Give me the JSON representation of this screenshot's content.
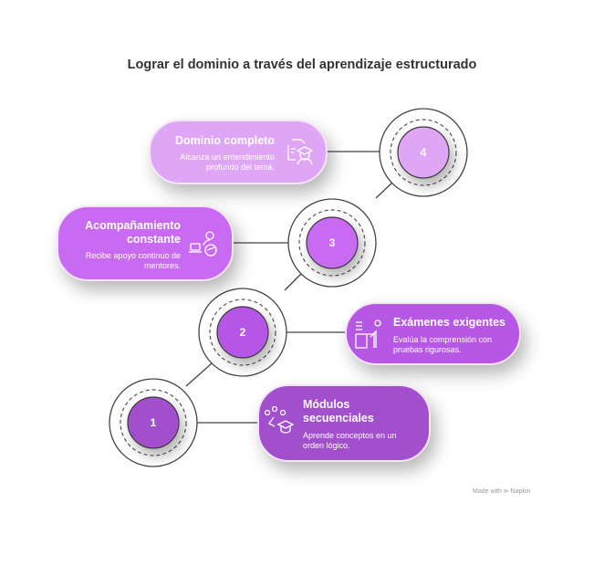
{
  "title": "Lograr el dominio a través del aprendizaje estructurado",
  "steps": [
    {
      "number": "1",
      "title": "Módulos secuenciales",
      "description": "Aprende conceptos en un orden lógico.",
      "icon": "modules-graduation-icon",
      "color": "#a24fce"
    },
    {
      "number": "2",
      "title": "Exámenes exigentes",
      "description": "Evalúa la comprensión con pruebas rigurosas.",
      "icon": "exam-desk-icon",
      "color": "#b657e6"
    },
    {
      "number": "3",
      "title": "Acompañamiento constante",
      "description": "Recibe apoyo continuo de mentores.",
      "icon": "mentor-support-icon",
      "color": "#c96af2"
    },
    {
      "number": "4",
      "title": "Dominio completo",
      "description": "Alcanza un entendimiento profundo del tema.",
      "icon": "graduate-document-icon",
      "color": "#dfa6f6"
    }
  ],
  "footer": "Made with ⊳ Napkin"
}
